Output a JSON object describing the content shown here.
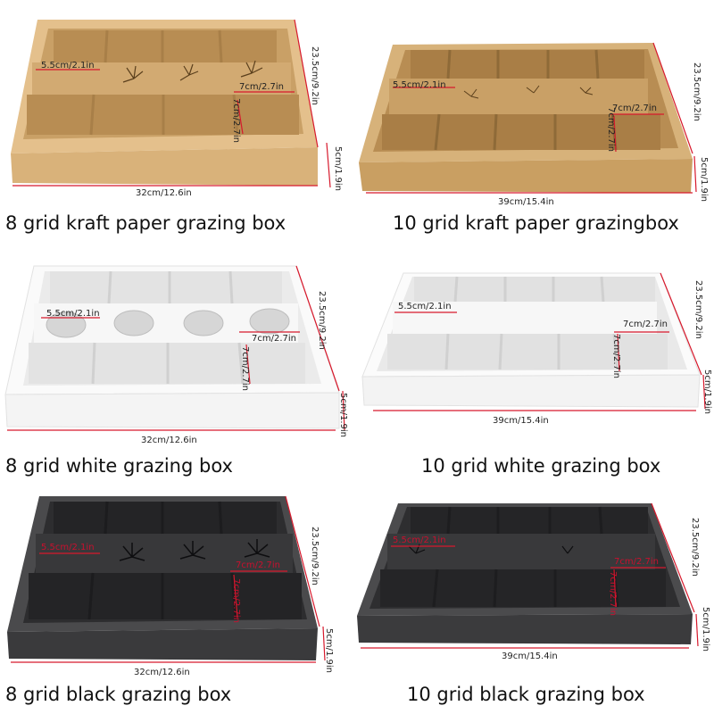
{
  "panels": [
    {
      "caption": "8 grid kraft paper grazing box",
      "dims": {
        "length": "32cm/12.6in",
        "width": "23.5cm/9.2in",
        "height": "5cm/1.9in",
        "cell_w": "5.5cm/2.1in",
        "cell_d": "7cm/2.7in",
        "cell_h": "7cm/2.7in"
      },
      "colors": {
        "outer": "#d9b27a",
        "inner": "#c9a066",
        "dark": "#a87f48",
        "rim": "#e4c08c"
      }
    },
    {
      "caption": "10 grid kraft paper grazingbox",
      "dims": {
        "length": "39cm/15.4in",
        "width": "23.5cm/9.2in",
        "height": "5cm/1.9in",
        "cell_w": "5.5cm/2.1in",
        "cell_d": "7cm/2.7in",
        "cell_h": "7cm/2.7in"
      },
      "colors": {
        "outer": "#c99f62",
        "inner": "#b88d53",
        "dark": "#8e6a38",
        "rim": "#d7b27a"
      }
    },
    {
      "caption": "8 grid white grazing box",
      "dims": {
        "length": "32cm/12.6in",
        "width": "23.5cm/9.2in",
        "height": "5cm/1.9in",
        "cell_w": "5.5cm/2.1in",
        "cell_d": "7cm/2.7in",
        "cell_h": "7cm/2.7in"
      },
      "colors": {
        "outer": "#f4f4f4",
        "inner": "#ebebeb",
        "dark": "#d2d2d2",
        "rim": "#fafafa"
      }
    },
    {
      "caption": "10 grid white grazing box",
      "dims": {
        "length": "39cm/15.4in",
        "width": "23.5cm/9.2in",
        "height": "5cm/1.9in",
        "cell_w": "5.5cm/2.1in",
        "cell_d": "7cm/2.7in",
        "cell_h": "7cm/2.7in"
      },
      "colors": {
        "outer": "#f3f3f3",
        "inner": "#e9e9e9",
        "dark": "#d0d0d0",
        "rim": "#fbfbfb"
      }
    },
    {
      "caption": "8 grid black grazing box",
      "dims": {
        "length": "32cm/12.6in",
        "width": "23.5cm/9.2in",
        "height": "5cm/1.9in",
        "cell_w": "5.5cm/2.1in",
        "cell_d": "7cm/2.7in",
        "cell_h": "7cm/2.7in"
      },
      "colors": {
        "outer": "#3a3a3c",
        "inner": "#2d2d2f",
        "dark": "#1c1c1e",
        "rim": "#4a4a4c"
      }
    },
    {
      "caption": "10 grid black grazing box",
      "dims": {
        "length": "39cm/15.4in",
        "width": "23.5cm/9.2in",
        "height": "5cm/1.9in",
        "cell_w": "5.5cm/2.1in",
        "cell_d": "7cm/2.7in",
        "cell_h": "7cm/2.7in"
      },
      "colors": {
        "outer": "#3b3b3d",
        "inner": "#2e2e30",
        "dark": "#1d1d1f",
        "rim": "#4b4b4d"
      }
    }
  ],
  "accent": "#d7192c"
}
